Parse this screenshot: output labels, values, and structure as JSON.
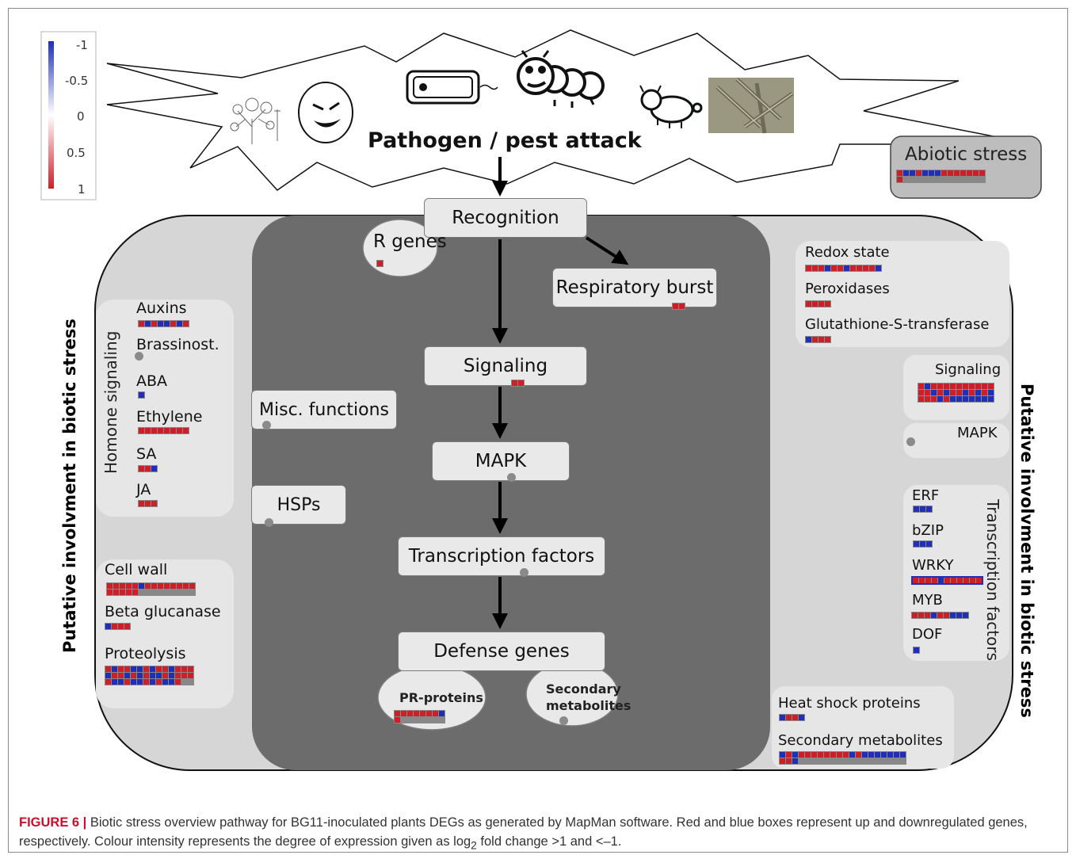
{
  "title": "Pathogen / pest attack",
  "legend": {
    "ticks": [
      "-1",
      "-0.5",
      "0",
      "0.5",
      "1"
    ],
    "low_color": "#1f2fb8",
    "mid_color": "#ffffff",
    "high_color": "#cc1f28"
  },
  "side_left": "Putative involvment in biotic stress",
  "side_right": "Putative involvment in biotic stress",
  "hormone_label": "Homone signaling",
  "tf_label": "Transcription factors",
  "abiotic": "Abiotic stress",
  "center": {
    "recognition": "Recognition",
    "r_genes": "R genes",
    "respiratory": "Respiratory burst",
    "signaling": "Signaling",
    "misc": "Misc. functions",
    "hsps": "HSPs",
    "mapk": "MAPK",
    "tf": "Transcription factors",
    "defense": "Defense genes",
    "pr": "PR-proteins",
    "secondary_1": "Secondary",
    "secondary_2": "metabolites"
  },
  "hormones": {
    "auxins": "Auxins",
    "brassinost": "Brassinost.",
    "aba": "ABA",
    "ethylene": "Ethylene",
    "sa": "SA",
    "ja": "JA"
  },
  "cellwall": {
    "cell_wall": "Cell wall",
    "beta": "Beta glucanase",
    "proteolysis": "Proteolysis"
  },
  "right": {
    "redox": "Redox state",
    "peroxidases": "Peroxidases",
    "gst": "Glutathione-S-transferase",
    "signaling": "Signaling",
    "mapk": "MAPK",
    "erf": "ERF",
    "bzip": "bZIP",
    "wrky": "WRKY",
    "myb": "MYB",
    "dof": "DOF",
    "hsp": "Heat shock proteins",
    "secmet": "Secondary metabolites"
  },
  "caption": {
    "label": "FIGURE 6 |",
    "text_1": " Biotic stress overview pathway for BG11-inoculated plants DEGs as generated by MapMan software. Red and blue boxes represent up and downregulated genes, respectively. Colour intensity represents the degree of expression given as log",
    "sub": "2",
    "text_2": " fold change >1 and <–1."
  }
}
